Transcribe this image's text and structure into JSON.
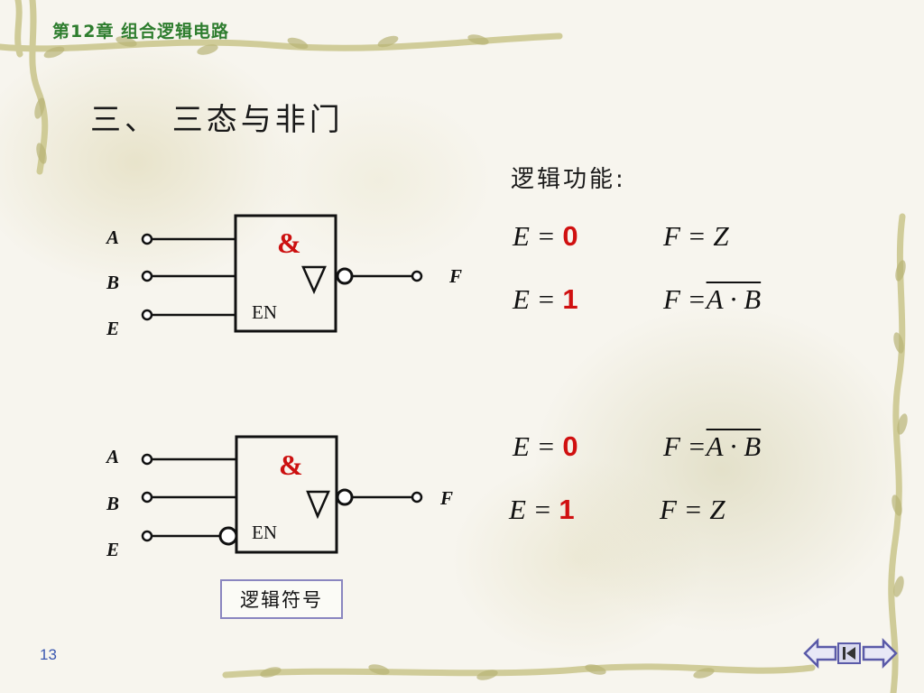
{
  "header": {
    "chapter": "第12章   组合逻辑电路"
  },
  "section": {
    "title": "三、 三态与非门"
  },
  "logic": {
    "title": "逻辑功能:",
    "group1": [
      {
        "e_label": "E =",
        "e_val": "0",
        "f_label": "F =",
        "f_expr": "Z"
      },
      {
        "e_label": "E =",
        "e_val": "1",
        "f_label": "F =",
        "f_expr": "A · B"
      }
    ],
    "group2": [
      {
        "e_label": "E =",
        "e_val": "0",
        "f_label": "F =",
        "f_expr": "A · B"
      },
      {
        "e_label": "E =",
        "e_val": "1",
        "f_label": "F =",
        "f_expr": "Z"
      }
    ]
  },
  "gate1": {
    "inputs": [
      "A",
      "B",
      "E"
    ],
    "output": "F",
    "symbol": "&",
    "enable": "EN"
  },
  "gate2": {
    "inputs": [
      "A",
      "B",
      "E"
    ],
    "output": "F",
    "symbol": "&",
    "enable": "EN"
  },
  "caption": "逻辑符号",
  "footer": {
    "page_number": "13",
    "nav": [
      "prev-arrow-icon",
      "first-page-icon",
      "next-arrow-icon"
    ]
  },
  "colors": {
    "chapter": "#2e7d2e",
    "accent_red": "#d01010",
    "page_number": "#3a57b0",
    "nav_button": "#7c7cc4"
  }
}
